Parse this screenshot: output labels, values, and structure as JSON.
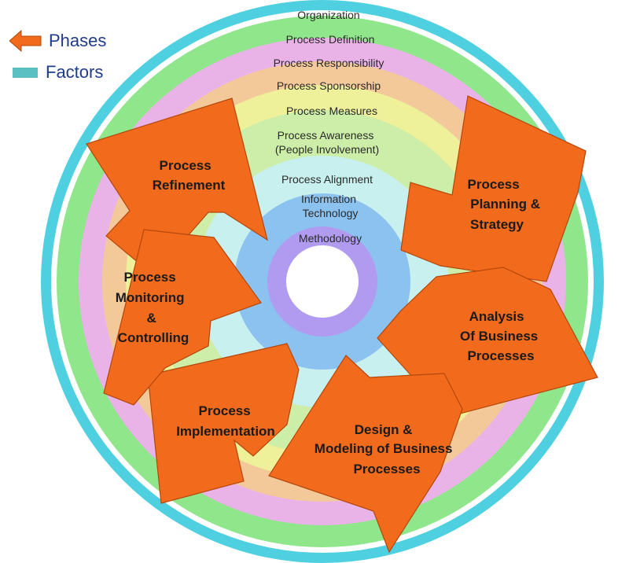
{
  "legend": {
    "phases_label": "Phases",
    "factors_label": "Factors",
    "phase_color": "#f26a1b",
    "factor_color": "#5bc0c2"
  },
  "factors": [
    "Organization",
    "Process Definition",
    "Process Responsibility",
    "Process Sponsorship",
    "Process Measures",
    "Process Awareness",
    "(People Involvement)",
    "Process Alignment",
    "Information",
    "Technology",
    "Methodology"
  ],
  "phases": [
    {
      "lines": [
        "Process",
        "Refinement"
      ]
    },
    {
      "lines": [
        "Process",
        "Planning &",
        "Strategy"
      ]
    },
    {
      "lines": [
        "Analysis",
        "Of Business",
        "Processes"
      ]
    },
    {
      "lines": [
        "Design &",
        "Modeling of Business",
        "Processes"
      ]
    },
    {
      "lines": [
        "Process",
        "Implementation"
      ]
    },
    {
      "lines": [
        "Process",
        "Monitoring",
        "&",
        "Controlling"
      ]
    }
  ],
  "ring_colors": [
    "#4fd0e0",
    "#90e68a",
    "#eab3e8",
    "#f4c99a",
    "#eef09a",
    "#cdeea8",
    "#c8f0ee",
    "#8cc2ef",
    "#b19bf0",
    "#ffffff"
  ]
}
